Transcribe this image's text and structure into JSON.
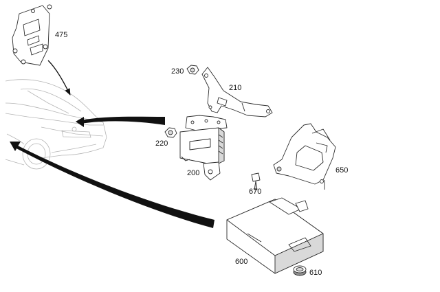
{
  "callouts": {
    "c475": "475",
    "c230": "230",
    "c210": "210",
    "c220": "220",
    "c200": "200",
    "c650": "650",
    "c670": "670",
    "c600": "600",
    "c610": "610"
  }
}
